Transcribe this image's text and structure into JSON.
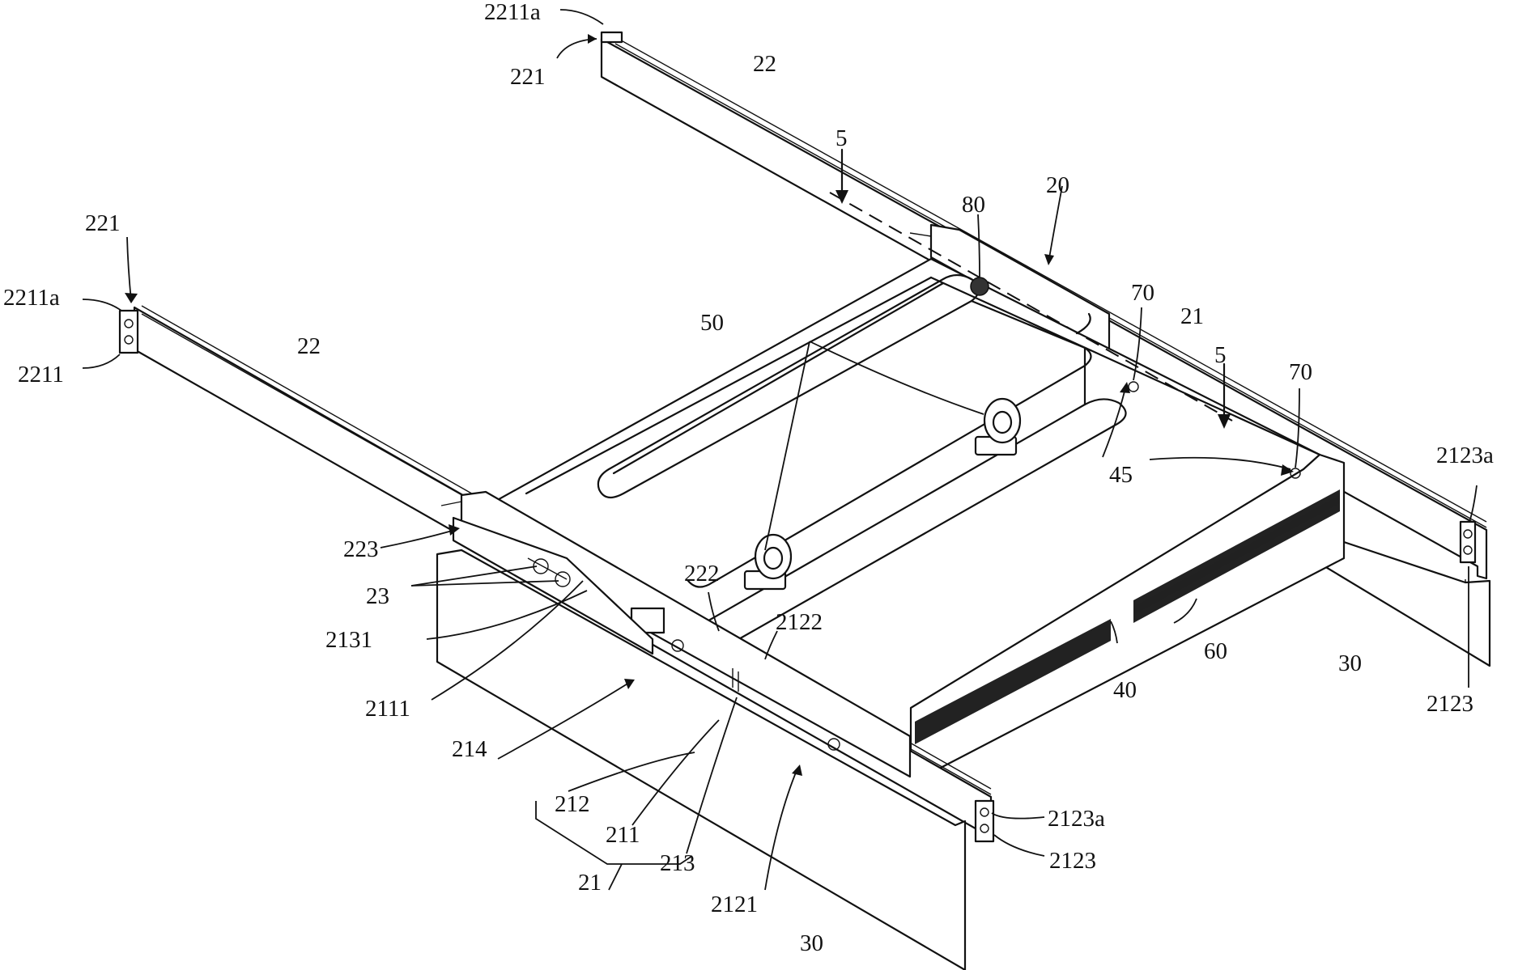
{
  "labels": {
    "l_2211a_top": "2211a",
    "l_221_top": "221",
    "l_22_top": "22",
    "l_5_top": "5",
    "l_80": "80",
    "l_20": "20",
    "l_221_left": "221",
    "l_2211a_left": "2211a",
    "l_2211": "2211",
    "l_22_left": "22",
    "l_50": "50",
    "l_70_a": "70",
    "l_21_right": "21",
    "l_5_right": "5",
    "l_70_b": "70",
    "l_2123a_right": "2123a",
    "l_45": "45",
    "l_223": "223",
    "l_222": "222",
    "l_23": "23",
    "l_2122": "2122",
    "l_2131": "2131",
    "l_60": "60",
    "l_30_right": "30",
    "l_2111": "2111",
    "l_40": "40",
    "l_2123_right": "2123",
    "l_214": "214",
    "l_212": "212",
    "l_211": "211",
    "l_213": "213",
    "l_21_bottom": "21",
    "l_2123a_bottom": "2123a",
    "l_2123_bottom": "2123",
    "l_2121": "2121",
    "l_30_bottom": "30"
  }
}
